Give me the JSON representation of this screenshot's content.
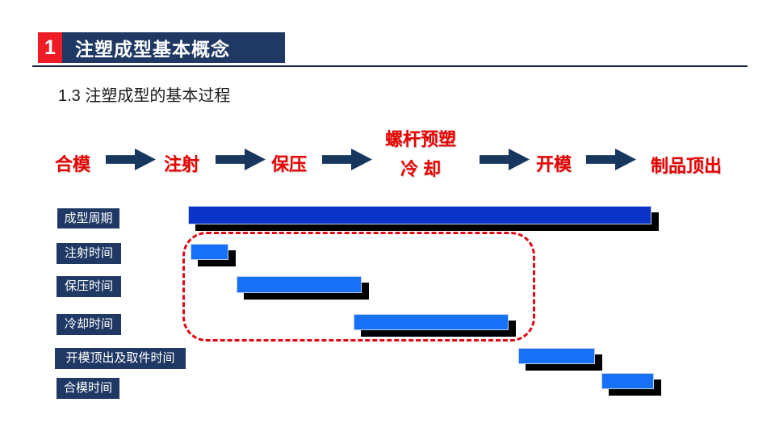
{
  "header": {
    "number": "1",
    "title": "注塑成型基本概念"
  },
  "subtitle": "1.3 注塑成型的基本过程",
  "flow": {
    "steps": [
      "合模",
      "注射",
      "保压",
      "螺杆预塑",
      "冷 却",
      "开模",
      "制品顶出"
    ],
    "text_color": "#e80000",
    "arrow_color": "#17375e"
  },
  "gantt": {
    "rows": [
      {
        "label": "成型周期",
        "start_pct": 0,
        "end_pct": 100,
        "bar_color": "#0c34c8"
      },
      {
        "label": "注射时间",
        "start_pct": 1,
        "end_pct": 9,
        "bar_color": "#1771f7"
      },
      {
        "label": "保压时间",
        "start_pct": 10,
        "end_pct": 37,
        "bar_color": "#1771f7"
      },
      {
        "label": "冷却时间",
        "start_pct": 36,
        "end_pct": 69,
        "bar_color": "#1771f7"
      },
      {
        "label": "开模顶出及取件时间",
        "start_pct": 71,
        "end_pct": 88,
        "bar_color": "#1771f7"
      },
      {
        "label": "合模时间",
        "start_pct": 89,
        "end_pct": 100,
        "bar_color": "#1771f7"
      }
    ],
    "label_box_color": "#1f3864",
    "bar_shadow_color": "#000000",
    "highlight_outline_color": "#e30613",
    "highlight_rows": [
      1,
      2,
      3
    ]
  },
  "colors": {
    "header_navy": "#1f3864",
    "number_red": "#ee1c25",
    "header_rule": "#10243e",
    "background": "#ffffff"
  }
}
